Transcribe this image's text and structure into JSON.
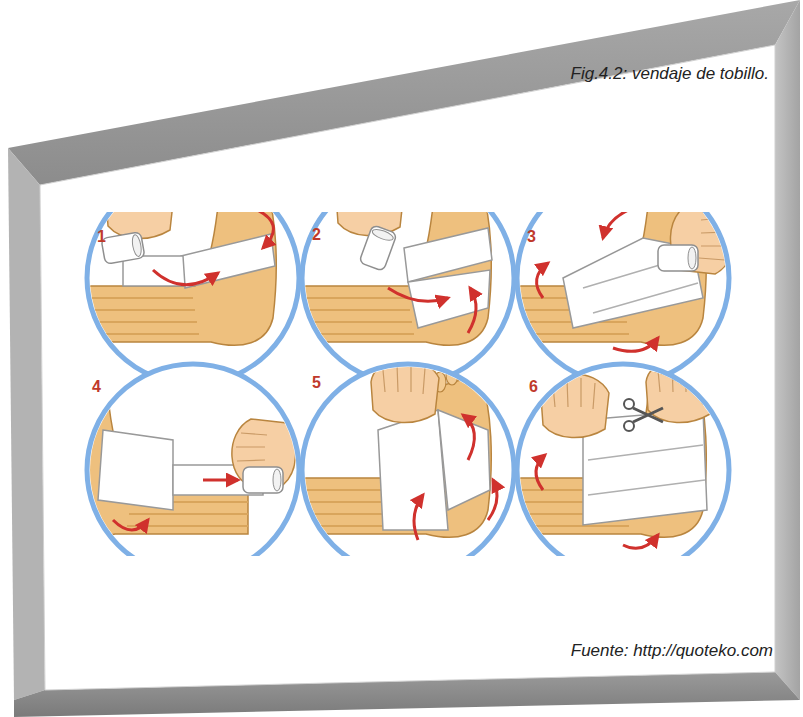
{
  "diagram": {
    "caption": "Fig.4.2: vendaje de tobillo.",
    "labels": [
      "1",
      "2",
      "3",
      "4",
      "5",
      "6",
      "Fuente: http://quoteko.com"
    ]
  }
}
